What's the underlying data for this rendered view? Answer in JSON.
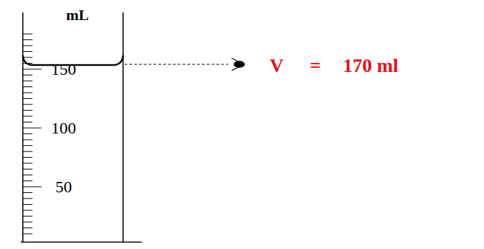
{
  "diagram": {
    "labels": [
      "mL",
      "150",
      "100",
      "50",
      "V",
      "=",
      "170 ml"
    ]
  }
}
